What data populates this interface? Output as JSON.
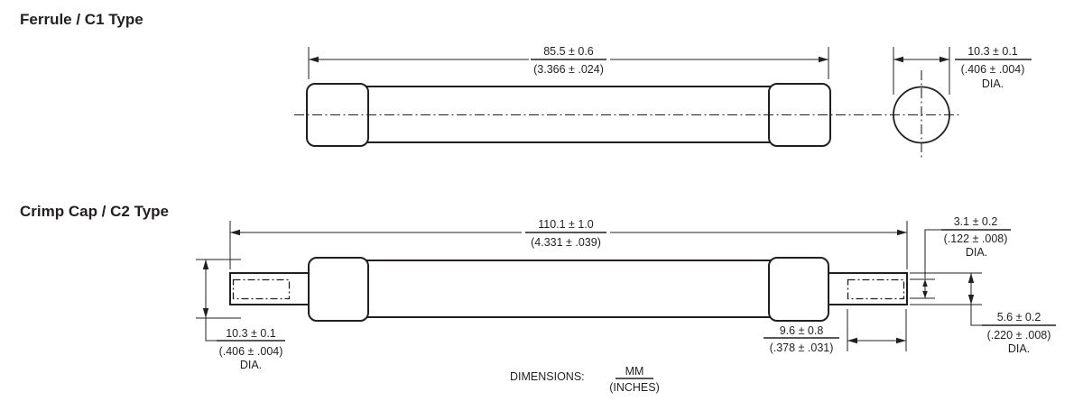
{
  "drawing": {
    "ink_color": "#231f20",
    "background_color": "#ffffff"
  },
  "ferrule_c1": {
    "title": "Ferrule / C1 Type",
    "length": {
      "mm": "85.5 ± 0.6",
      "inches": "(3.366 ± .024)"
    },
    "diameter": {
      "mm": "10.3 ± 0.1",
      "inches": "(.406 ± .004)",
      "label": "DIA."
    }
  },
  "crimp_c2": {
    "title": "Crimp Cap / C2 Type",
    "length": {
      "mm": "110.1 ± 1.0",
      "inches": "(4.331 ± .039)"
    },
    "cap_diameter": {
      "mm": "10.3 ± 0.1",
      "inches": "(.406 ± .004)",
      "label": "DIA."
    },
    "terminal_core_diameter": {
      "mm": "3.1 ± 0.2",
      "inches": "(.122 ± .008)",
      "label": "DIA."
    },
    "terminal_diameter": {
      "mm": "5.6 ± 0.2",
      "inches": "(.220 ± .008)",
      "label": "DIA."
    },
    "terminal_length": {
      "mm": "9.6 ± 0.8",
      "inches": "(.378 ± .031)"
    }
  },
  "note": {
    "label": "DIMENSIONS:",
    "numerator": "MM",
    "denominator": "(INCHES)"
  }
}
